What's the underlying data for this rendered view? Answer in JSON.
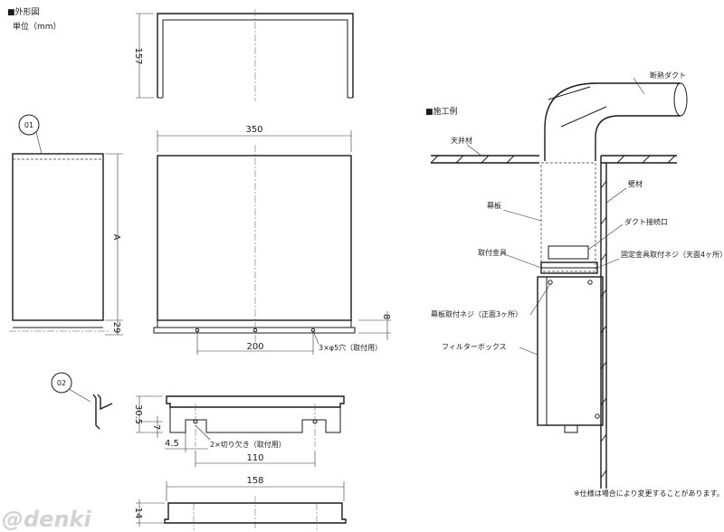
{
  "headings": {
    "outline": "■外形図",
    "unit": "単位（mm）",
    "construction": "■施工例"
  },
  "parts": {
    "part1": "01",
    "part2": "02"
  },
  "dimensions": {
    "side_height": "157",
    "width": "350",
    "height_a": "A",
    "bottom_29": "29",
    "bottom_8": "8",
    "hole_pitch": "200",
    "holes": "3×φ5穴（取付用）",
    "flange_30_5": "30.5",
    "flange_7": "7",
    "notch_4_5": "4.5",
    "notches": "2×切り欠き（取付用）",
    "notch_pitch": "110",
    "lid_width": "158",
    "lid_height": "14"
  },
  "callouts": {
    "duct": "断熱ダクト",
    "ceiling": "天井材",
    "wall": "壁材",
    "cover": "幕板",
    "duct_joint": "ダクト接続口",
    "bracket": "取付金具",
    "bracket_screw": "固定金具取付ネジ（天面4ヶ所）",
    "cover_screw": "幕板取付ネジ（正面3ヶ所）",
    "filter_box": "フィルターボックス"
  },
  "footnote": "※仕様は場合により変更することがあります。",
  "watermark": "@denki",
  "colors": {
    "line": "#1a1a1a",
    "paper": "#ffffff",
    "watermark": "#d2d2d2"
  }
}
